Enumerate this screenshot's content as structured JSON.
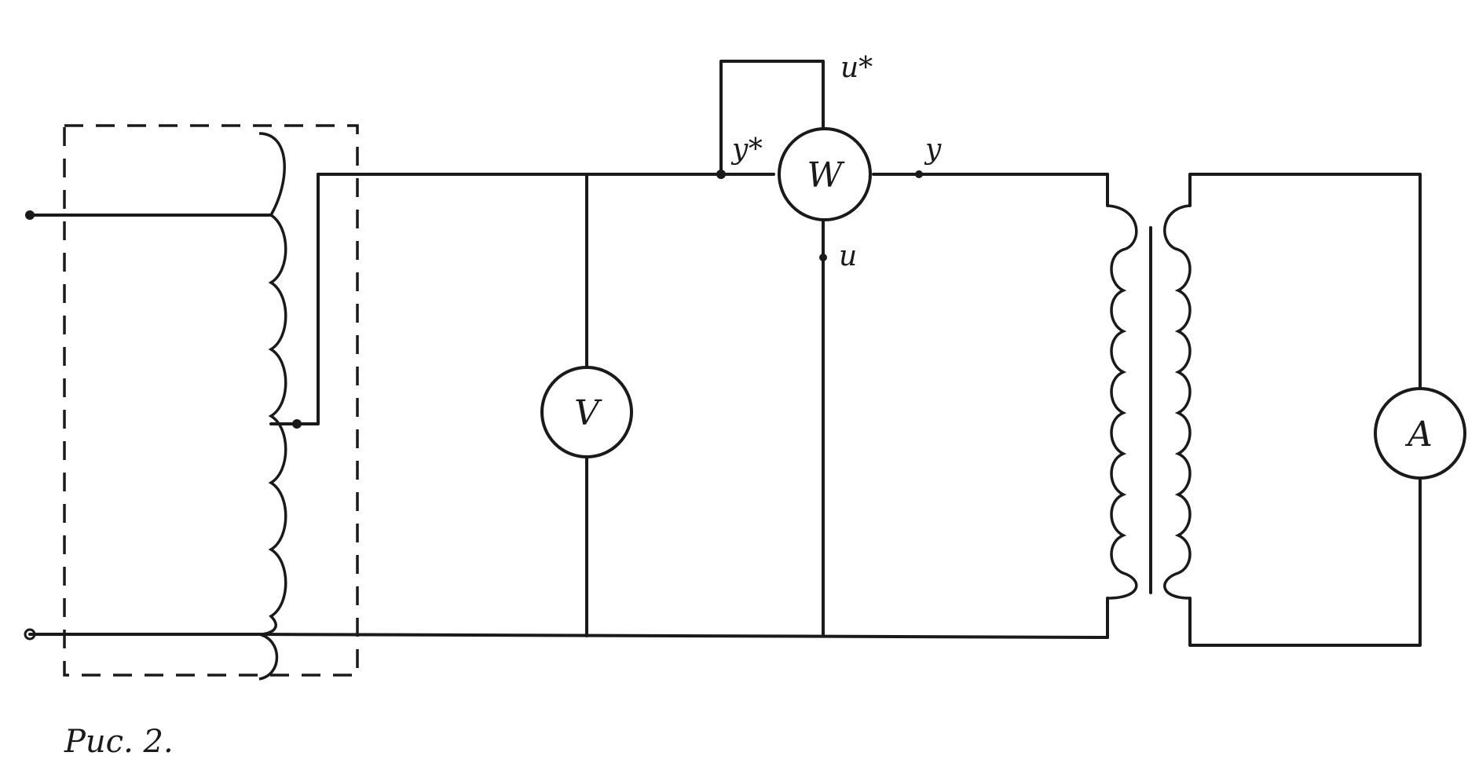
{
  "diagram": {
    "caption": "Рис. 2.",
    "meters": {
      "voltmeter": "V",
      "wattmeter": "W",
      "ammeter": "A"
    },
    "wattmeter_terminals": {
      "current_star": "у*",
      "current": "у",
      "voltage_star": "u*",
      "voltage": "u"
    }
  }
}
